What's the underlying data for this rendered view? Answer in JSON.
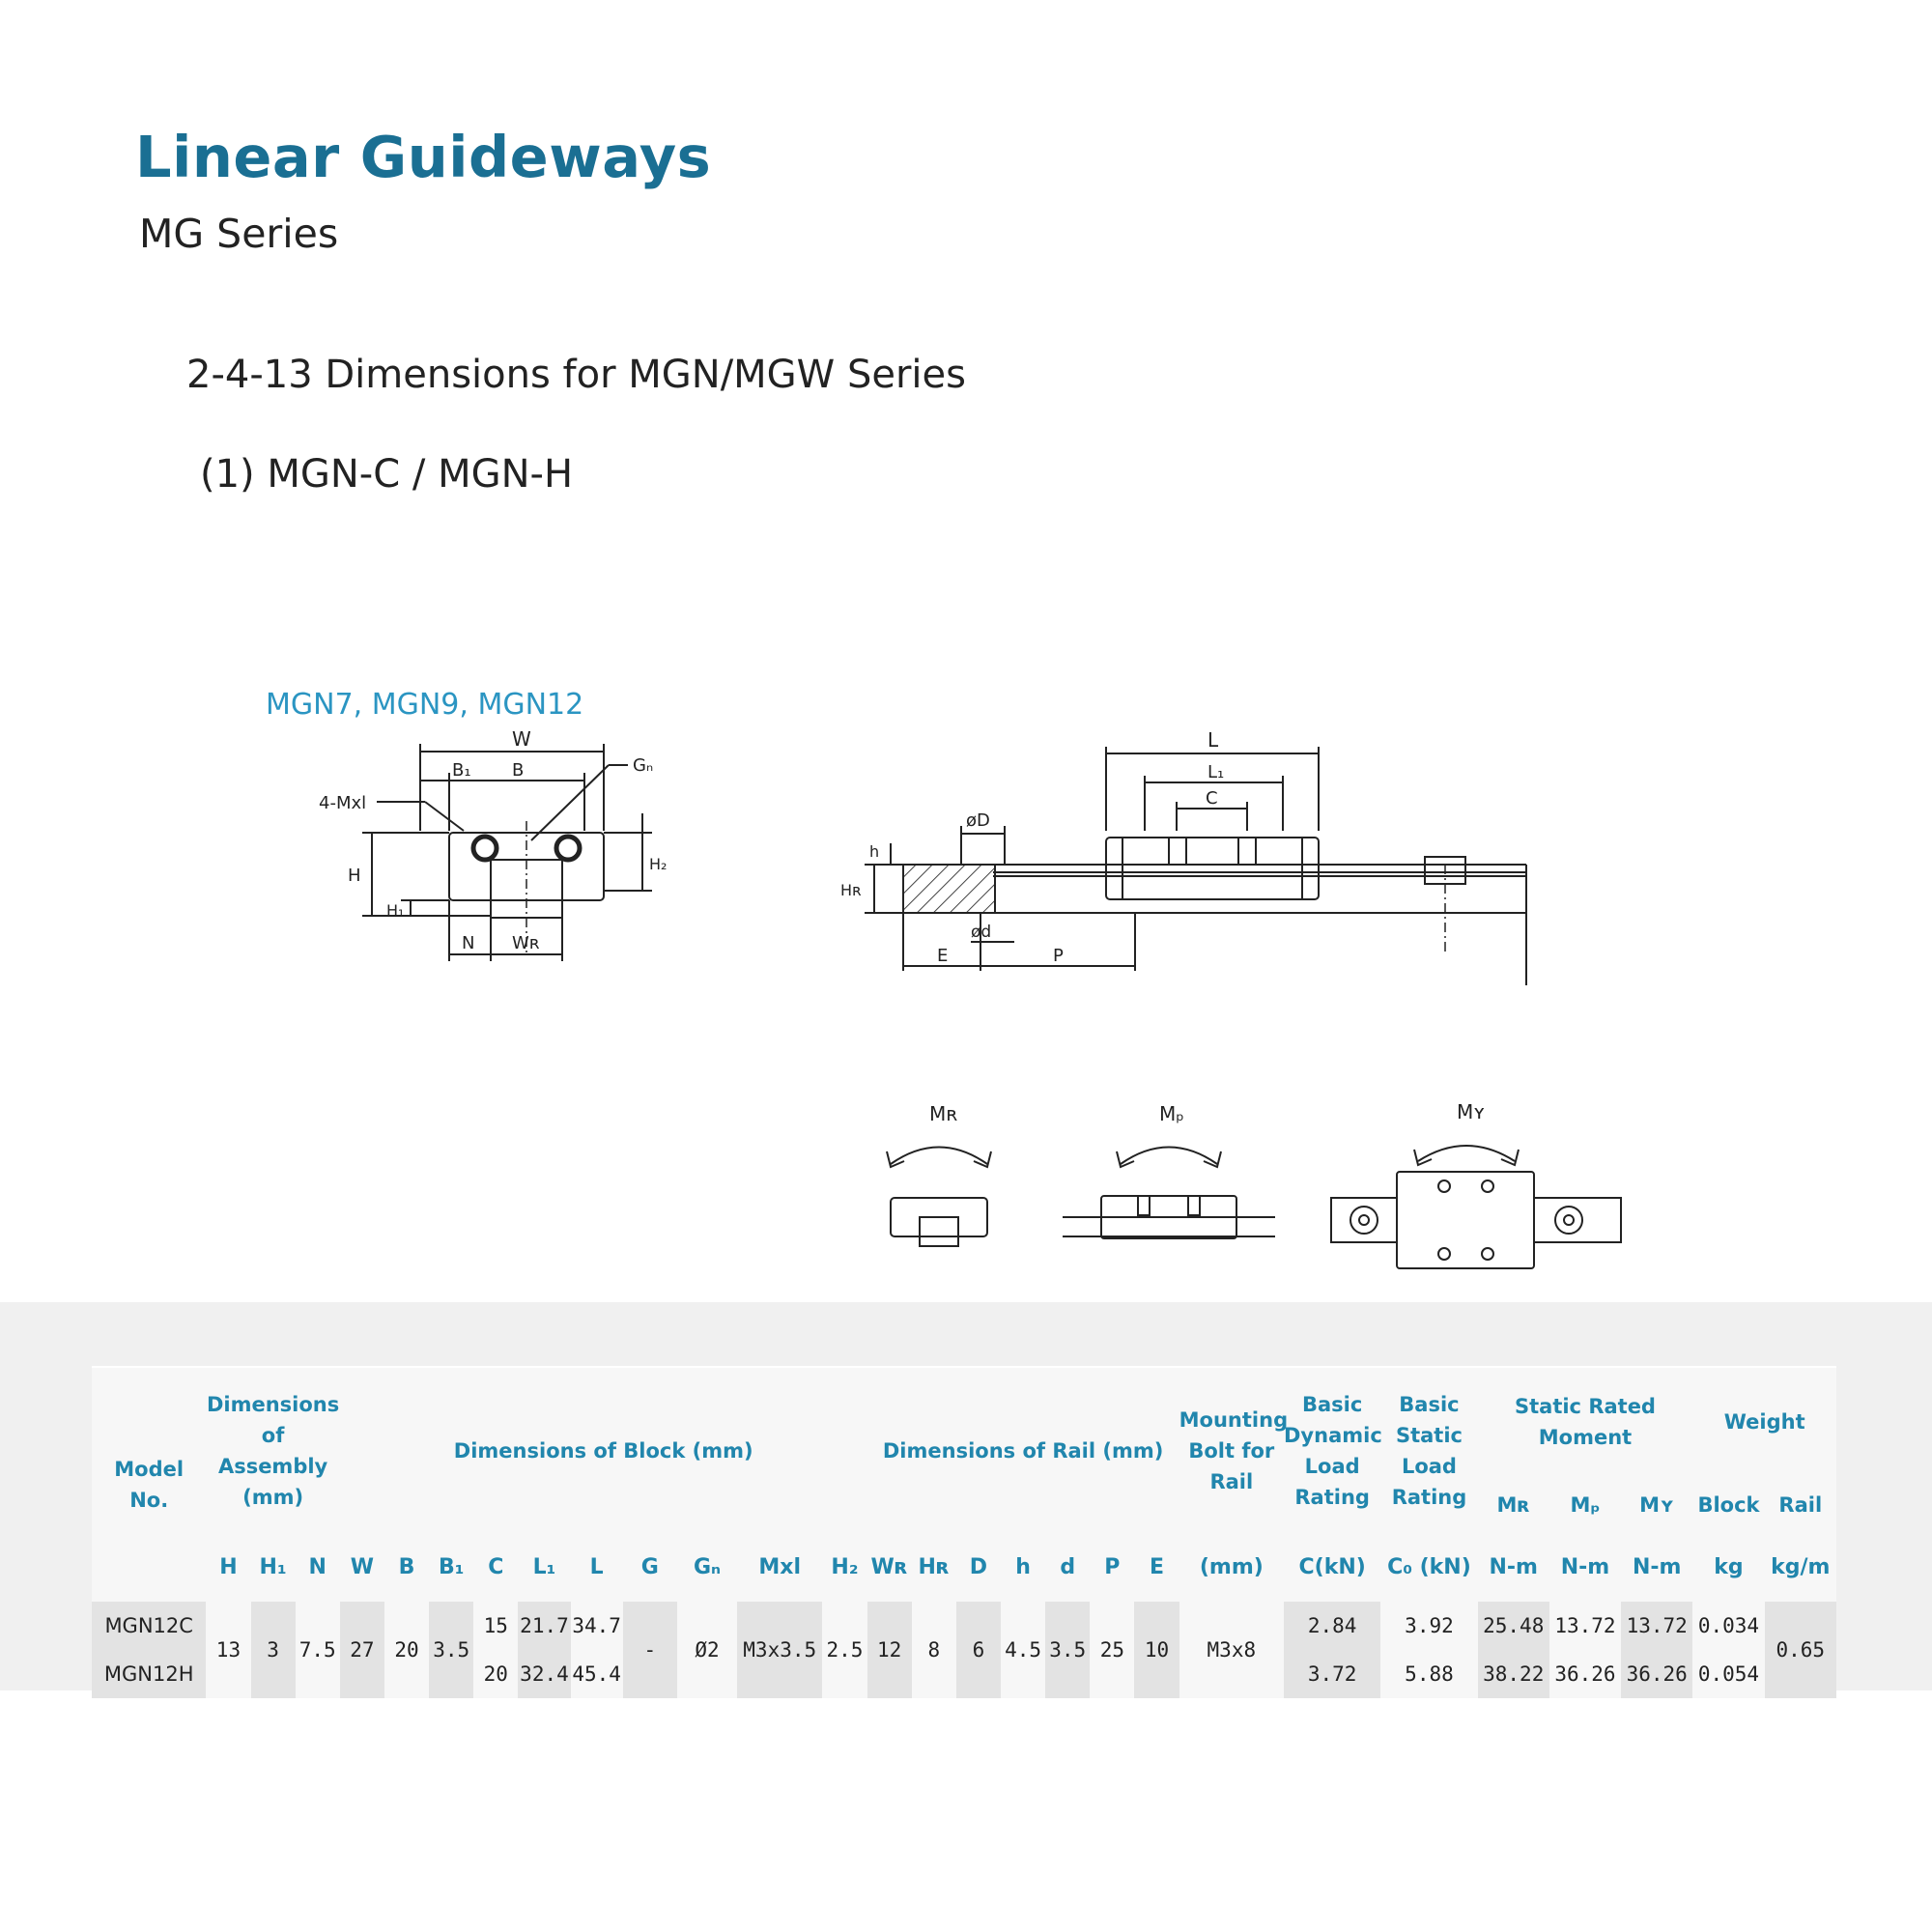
{
  "header": {
    "title": "Linear Guideways",
    "series": "MG Series",
    "section": "2-4-13  Dimensions for  MGN/MGW Series",
    "subsection": "(1) MGN-C / MGN-H"
  },
  "drawings": {
    "models_label": "MGN7, MGN9, MGN12",
    "front_labels": {
      "W": "W",
      "B1": "B₁",
      "B": "B",
      "Gn": "Gₙ",
      "mxl": "4-Mxl",
      "H": "H",
      "H1": "H₁",
      "H2": "H₂",
      "N": "N",
      "WR": "Wʀ"
    },
    "side_labels": {
      "L": "L",
      "L1": "L₁",
      "C": "C",
      "phiD": "øD",
      "h": "h",
      "HR": "Hʀ",
      "phid": "ød",
      "E": "E",
      "P": "P"
    },
    "moment_labels": {
      "MR": "Mʀ",
      "MP": "Mₚ",
      "MY": "Mʏ"
    }
  },
  "table": {
    "group_headers": {
      "model": "Model No.",
      "assembly": "Dimensions of Assembly (mm)",
      "block": "Dimensions of Block (mm)",
      "rail": "Dimensions of Rail (mm)",
      "bolt": "Mounting Bolt for Rail",
      "dynamic": "Basic Dynamic Load Rating",
      "static": "Basic Static Load Rating",
      "moment": "Static Rated Moment",
      "weight": "Weight"
    },
    "moment_sub": {
      "mr": "Mʀ",
      "mp": "Mₚ",
      "my": "Mʏ",
      "mr_unit": "N-m",
      "mp_unit": "N-m",
      "my_unit": "N-m"
    },
    "weight_sub": {
      "block": "Block",
      "rail": "Rail",
      "block_unit": "kg",
      "rail_unit": "kg/m"
    },
    "col_headers": {
      "H": "H",
      "H1": "H₁",
      "N": "N",
      "W": "W",
      "B": "B",
      "B1": "B₁",
      "C": "C",
      "L1": "L₁",
      "L": "L",
      "G": "G",
      "Gn": "Gₙ",
      "Mxl": "Mxl",
      "H2": "H₂",
      "WR": "Wʀ",
      "HR": "Hʀ",
      "D": "D",
      "h": "h",
      "d": "d",
      "P": "P",
      "E": "E",
      "bolt_unit": "(mm)",
      "dyn_unit": "C(kN)",
      "stat_unit": "C₀ (kN)"
    },
    "shared": {
      "H": "13",
      "H1": "3",
      "N": "7.5",
      "W": "27",
      "B": "20",
      "B1": "3.5",
      "G": "-",
      "Gn": "Ø2",
      "Mxl": "M3x3.5",
      "H2": "2.5",
      "WR": "12",
      "HR": "8",
      "D": "6",
      "h": "4.5",
      "d": "3.5",
      "P": "25",
      "E": "10",
      "bolt": "M3x8",
      "rail_weight": "0.65"
    },
    "rows": [
      {
        "model": "MGN12C",
        "C": "15",
        "L1": "21.7",
        "L": "34.7",
        "dyn": "2.84",
        "stat": "3.92",
        "MR": "25.48",
        "MP": "13.72",
        "MY": "13.72",
        "block_weight": "0.034"
      },
      {
        "model": "MGN12H",
        "C": "20",
        "L1": "32.4",
        "L": "45.4",
        "dyn": "3.72",
        "stat": "5.88",
        "MR": "38.22",
        "MP": "36.26",
        "MY": "36.26",
        "block_weight": "0.054"
      }
    ]
  }
}
